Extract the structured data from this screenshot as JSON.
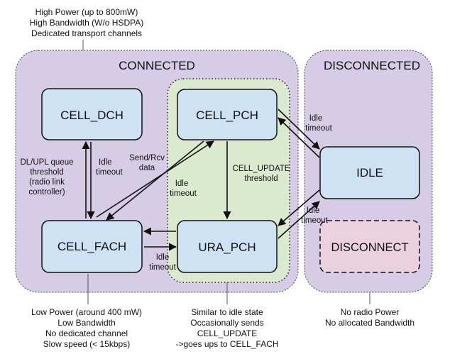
{
  "regions": {
    "connected": {
      "title": "CONNECTED",
      "fill": "#d6cce6",
      "stroke": "#444444"
    },
    "disconnected": {
      "title": "DISCONNECTED",
      "fill": "#d6cce6",
      "stroke": "#444444"
    },
    "pch_group": {
      "fill": "#dbe9cf",
      "stroke": "#222222"
    }
  },
  "states": {
    "cell_dch": "CELL_DCH",
    "cell_pch": "CELL_PCH",
    "cell_fach": "CELL_FACH",
    "ura_pch": "URA_PCH",
    "idle": "IDLE",
    "disconnect": "DISCONNECT"
  },
  "state_colors": {
    "blue": "#cfe2f3",
    "pink": "#ead1dc",
    "stroke": "#111111"
  },
  "notes": {
    "top": [
      "High Power (up to 800mW)",
      "High Bandwidth (W/o HSDPA)",
      "Dedicated transport channels"
    ],
    "fach": [
      "Low Power (around 400 mW)",
      "Low Bandwidth",
      "No dedicated channel",
      "Slow speed (< 15kbps)"
    ],
    "ura": [
      "Similar to idle state",
      "Occasionally sends",
      "CELL_UPDATE",
      "->goes ups to CELL_FACH"
    ],
    "disconnected": [
      "No radio Power",
      "No allocated Bandwidth"
    ]
  },
  "edge_labels": {
    "dl_upl": [
      "DL/UPL queue",
      "threshold",
      "(radio link",
      "controller)"
    ],
    "idle_timeout_dch": [
      "Idle",
      "timeout"
    ],
    "send_rcv": [
      "Send/Rcv",
      "data"
    ],
    "idle_timeout_diag": [
      "Idle",
      "timeout"
    ],
    "cell_update": [
      "CELL_UPDATE",
      "threshold"
    ],
    "idle_timeout_fach_ura": [
      "Idle",
      "timeout"
    ],
    "idle_timeout_pch_idle": [
      "Idle",
      "timeout"
    ],
    "idle_timeout_idle_ura": [
      "Idle",
      "timeout"
    ]
  }
}
